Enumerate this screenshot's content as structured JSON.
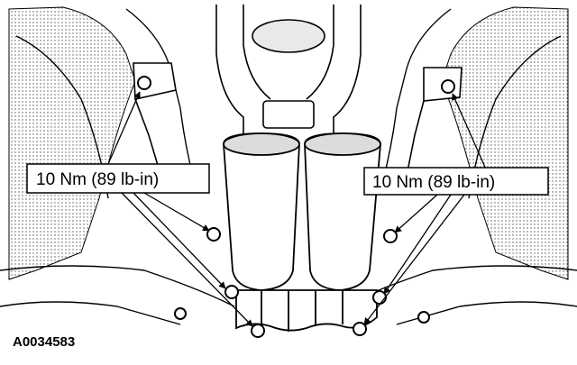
{
  "figure": {
    "id": "A0034583",
    "subject": "exhaust-y-pipe-and-converter-underbody"
  },
  "callouts": [
    {
      "key": "left",
      "text": "10 Nm (89 lb-in)"
    },
    {
      "key": "right",
      "text": "10 Nm (89 lb-in)"
    }
  ],
  "colors": {
    "ink": "#000000",
    "paper": "#ffffff",
    "tone": "#bdbdbd"
  },
  "icons": {
    "fastener": "bolt-head-icon",
    "pointer": "arrow-icon"
  }
}
